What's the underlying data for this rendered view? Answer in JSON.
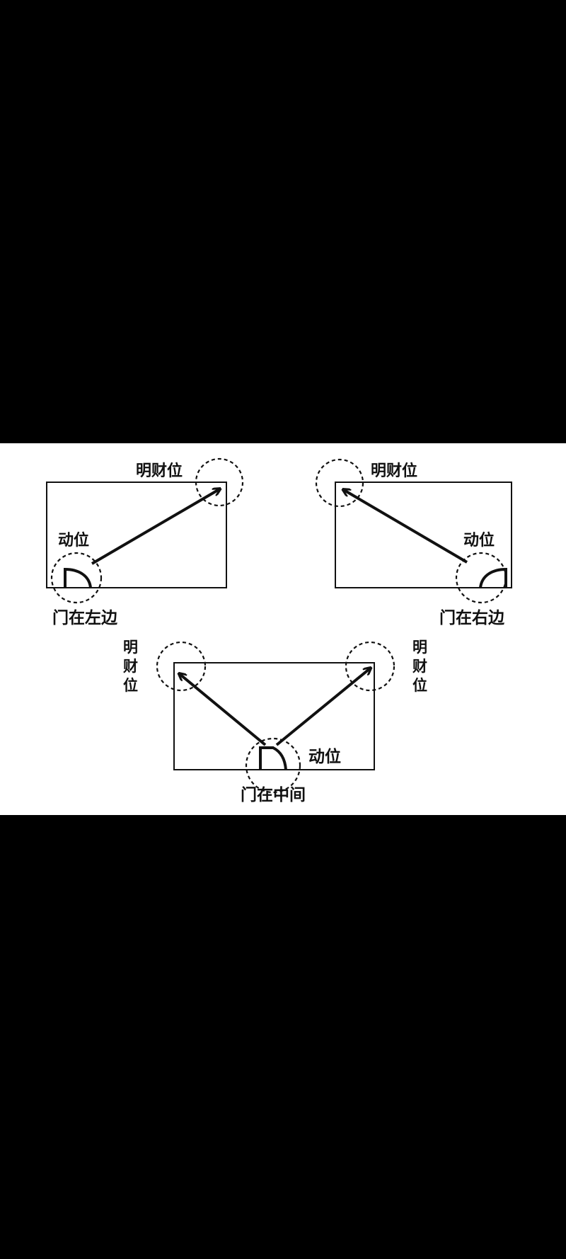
{
  "diagram": {
    "left_room": {
      "wealth_label": "明财位",
      "move_label": "动位",
      "caption": "门在左边"
    },
    "right_room": {
      "wealth_label": "明财位",
      "move_label": "动位",
      "caption": "门在右边"
    },
    "center_room": {
      "wealth_left_chars": [
        "明",
        "财",
        "位"
      ],
      "wealth_right_chars": [
        "明",
        "财",
        "位"
      ],
      "move_label": "动位",
      "caption": "门在中间"
    },
    "colors": {
      "background": "#000000",
      "panel": "#ffffff",
      "ink": "#111111"
    }
  }
}
